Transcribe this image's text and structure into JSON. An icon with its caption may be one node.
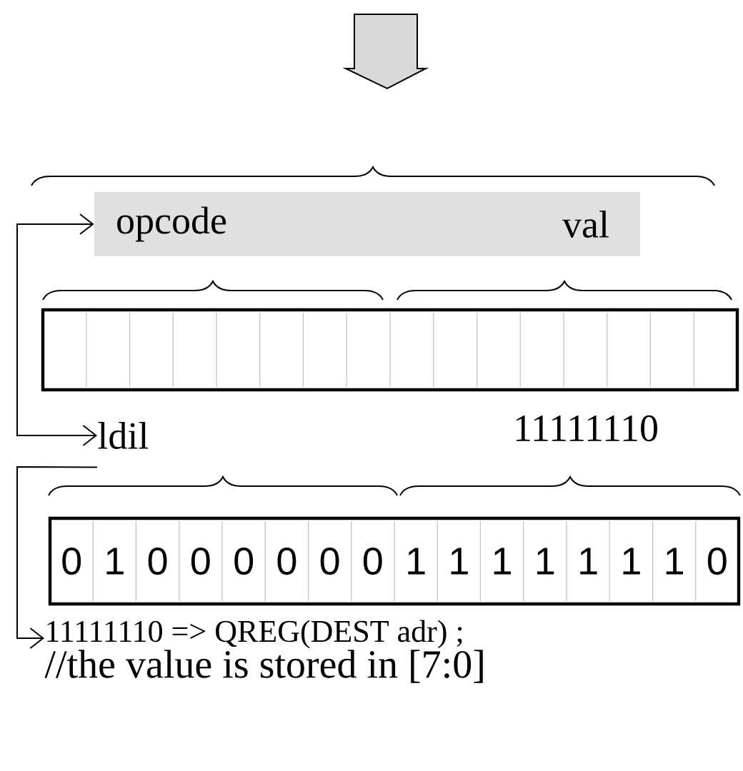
{
  "diagram": {
    "nodes": [
      {
        "text": [
          "opcode",
          "val"
        ]
      },
      {
        "text": [],
        "shape": "box"
      },
      {
        "text": [
          "0",
          "1",
          "0",
          "0",
          "0",
          "0",
          "0",
          "0",
          "1",
          "1",
          "1",
          "1",
          "1",
          "1",
          "1",
          "0"
        ]
      },
      {
        "text": [
          "ldil",
          "11111110"
        ]
      },
      {
        "text": [
          "11111110 => QREG(DEST adr) ;",
          "//the value is stored in [7:0]"
        ]
      }
    ],
    "edges": [
      {
        "from": 3,
        "to": 0,
        "arrow": "both"
      },
      {
        "from": 3,
        "to": 4,
        "arrow": "to"
      }
    ]
  }
}
